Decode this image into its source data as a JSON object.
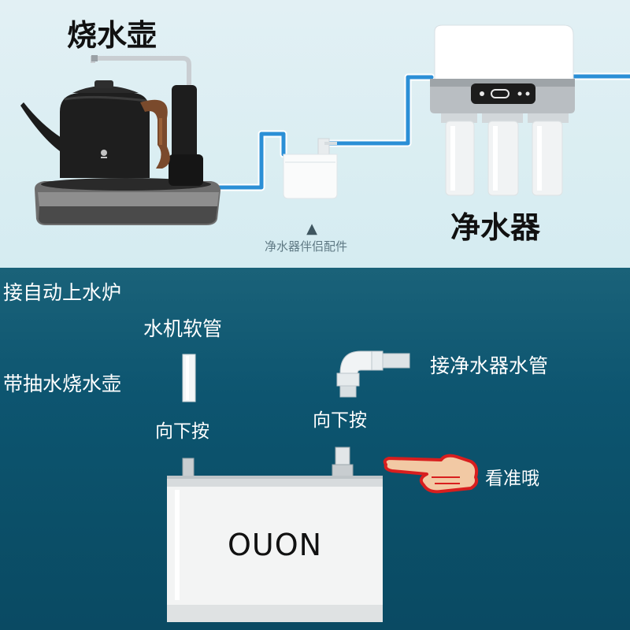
{
  "top_section": {
    "kettle_title": "烧水壶",
    "purifier_title": "净水器",
    "accessory_caption": "净水器伴侣配件",
    "pointer_symbol": "▲"
  },
  "bottom_section": {
    "auto_kettle_label": "接自动上水炉",
    "soft_pipe_label": "水机软管",
    "pump_kettle_label": "带抽水烧水壶",
    "purifier_pipe_label": "接净水器水管",
    "press_down_left": "向下按",
    "press_down_right": "向下按",
    "aim_label": "看准哦",
    "box_brand": "OUON"
  },
  "colors": {
    "top_background": "#dcedf2",
    "bottom_background": "#0d5570",
    "pipe_blue": "#2b8fd6",
    "pointer_red": "#d81e1e"
  },
  "icons": [
    "kettle-icon",
    "water-purifier-icon",
    "companion-box-icon",
    "elbow-connector-icon",
    "soft-tube-icon",
    "pointing-hand-icon"
  ]
}
